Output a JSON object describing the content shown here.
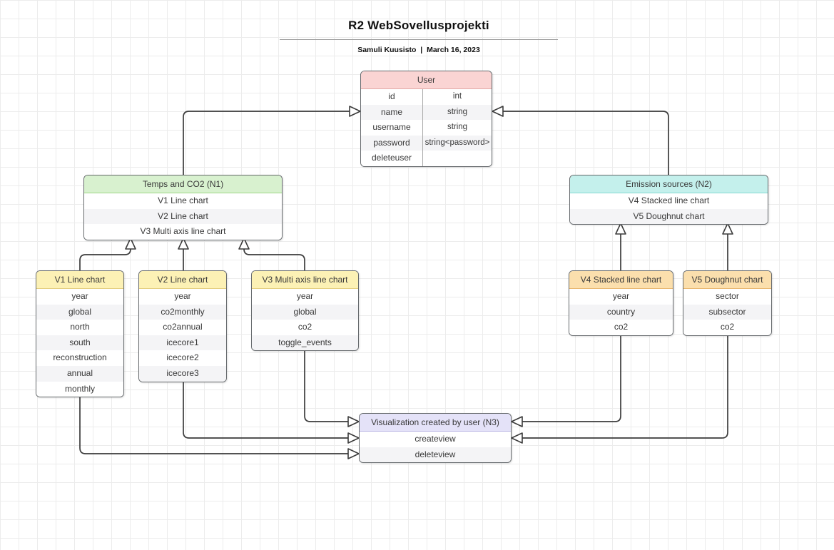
{
  "page": {
    "title": "R2 WebSovellusprojekti",
    "subtitle": "Samuli Kuusisto  |  March 16, 2023"
  },
  "colors": {
    "header_pink": "#fad4d3",
    "header_green": "#d8f1cf",
    "header_cyan": "#c4f0ec",
    "header_yellow": "#fcf1b5",
    "header_orange": "#fbdfad",
    "header_lavender": "#e4e2f8",
    "row_stripe": "#f4f4f6",
    "box_border": "#676b6e",
    "connector": "#3b3b3b",
    "grid_line": "#ececec"
  },
  "entities": {
    "user": {
      "title": "User",
      "fields": [
        {
          "name": "id",
          "type": "int"
        },
        {
          "name": "name",
          "type": "string"
        },
        {
          "name": "username",
          "type": "string"
        },
        {
          "name": "password",
          "type": "string<password>"
        },
        {
          "name": "deleteuser",
          "type": ""
        }
      ]
    },
    "n1": {
      "title": "Temps and CO2 (N1)",
      "rows": [
        "V1 Line chart",
        "V2 Line chart",
        "V3 Multi axis line chart"
      ]
    },
    "n2": {
      "title": "Emission sources (N2)",
      "rows": [
        "V4 Stacked line chart",
        "V5 Doughnut chart"
      ]
    },
    "v1": {
      "title": "V1 Line chart",
      "rows": [
        "year",
        "global",
        "north",
        "south",
        "reconstruction",
        "annual",
        "monthly"
      ]
    },
    "v2": {
      "title": "V2 Line chart",
      "rows": [
        "year",
        "co2monthly",
        "co2annual",
        "icecore1",
        "icecore2",
        "icecore3"
      ]
    },
    "v3": {
      "title": "V3 Multi axis line chart",
      "rows": [
        "year",
        "global",
        "co2",
        "toggle_events"
      ]
    },
    "v4": {
      "title": "V4 Stacked line chart",
      "rows": [
        "year",
        "country",
        "co2"
      ]
    },
    "v5": {
      "title": "V5 Doughnut chart",
      "rows": [
        "sector",
        "subsector",
        "co2"
      ]
    },
    "n3": {
      "title": "Visualization created by user (N3)",
      "rows": [
        "createview",
        "deleteview"
      ]
    }
  },
  "connections": [
    {
      "from": "Temps and CO2 (N1)",
      "to": "User",
      "arrow": "hollow-triangle"
    },
    {
      "from": "Emission sources (N2)",
      "to": "User",
      "arrow": "hollow-triangle"
    },
    {
      "from": "V1 Line chart",
      "to": "Temps and CO2 (N1)",
      "arrow": "hollow-triangle"
    },
    {
      "from": "V2 Line chart",
      "to": "Temps and CO2 (N1)",
      "arrow": "hollow-triangle"
    },
    {
      "from": "V3 Multi axis line chart",
      "to": "Temps and CO2 (N1)",
      "arrow": "hollow-triangle"
    },
    {
      "from": "V4 Stacked line chart",
      "to": "Emission sources (N2)",
      "arrow": "hollow-triangle"
    },
    {
      "from": "V5 Doughnut chart",
      "to": "Emission sources (N2)",
      "arrow": "hollow-triangle"
    },
    {
      "from": "V3 Multi axis line chart",
      "to": "Visualization created by user (N3)",
      "arrow": "hollow-triangle"
    },
    {
      "from": "V2 Line chart",
      "to": "Visualization created by user (N3)",
      "arrow": "hollow-triangle"
    },
    {
      "from": "V1 Line chart",
      "to": "Visualization created by user (N3)",
      "arrow": "hollow-triangle"
    },
    {
      "from": "V4 Stacked line chart",
      "to": "Visualization created by user (N3)",
      "arrow": "hollow-triangle"
    },
    {
      "from": "V5 Doughnut chart",
      "to": "Visualization created by user (N3)",
      "arrow": "hollow-triangle"
    }
  ]
}
